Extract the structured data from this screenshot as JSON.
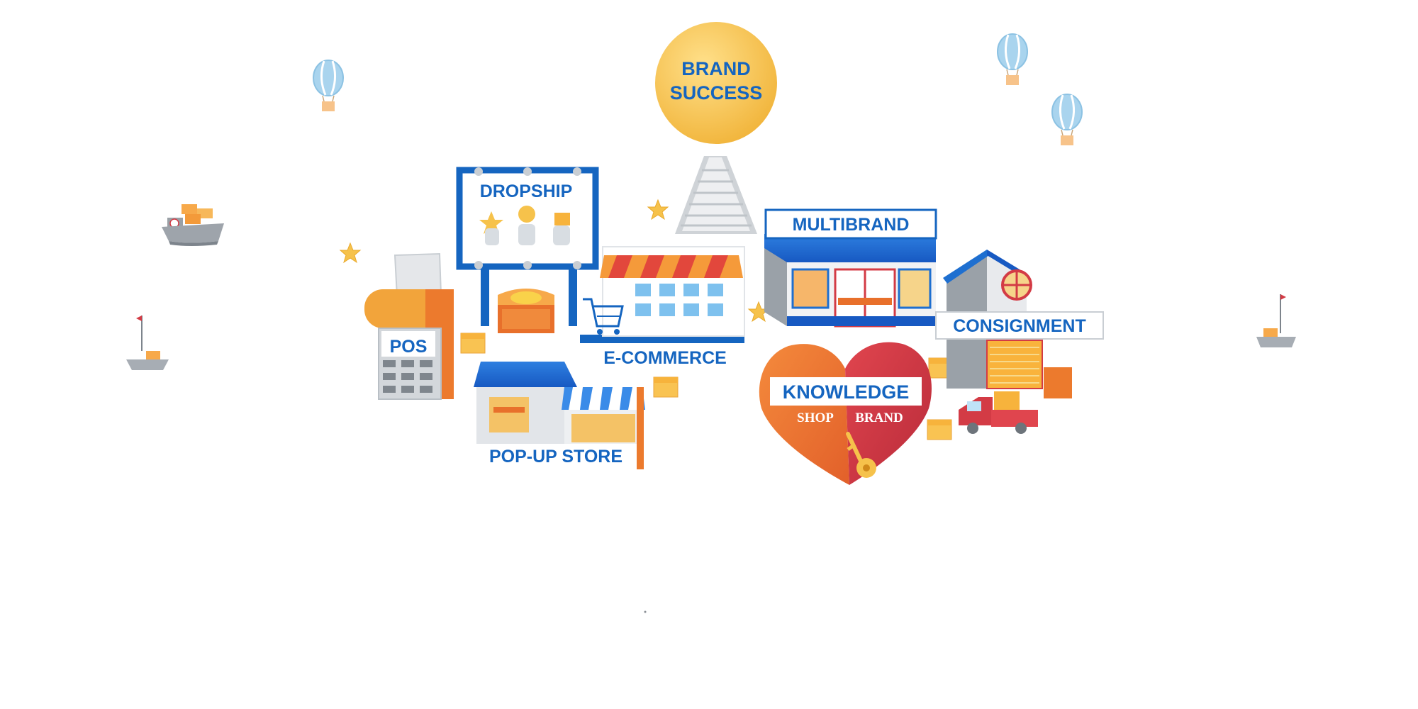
{
  "brand": {
    "line1": "BRAND",
    "line2": "SUCCESS"
  },
  "labels": {
    "dropship": "DROPSHIP",
    "multibrand": "MULTIBRAND",
    "pos": "POS",
    "ecommerce": "E-COMMERCE",
    "consignment": "CONSIGNMENT",
    "knowledge": "KNOWLEDGE",
    "shop": "SHOP",
    "brand": "BRAND",
    "popup": "POP-UP STORE"
  },
  "colors": {
    "label_blue": "#1565c0",
    "orange": "#f0782a",
    "yellow": "#f7c04a",
    "red": "#d33b45",
    "balloon": "#a9d4ee"
  }
}
